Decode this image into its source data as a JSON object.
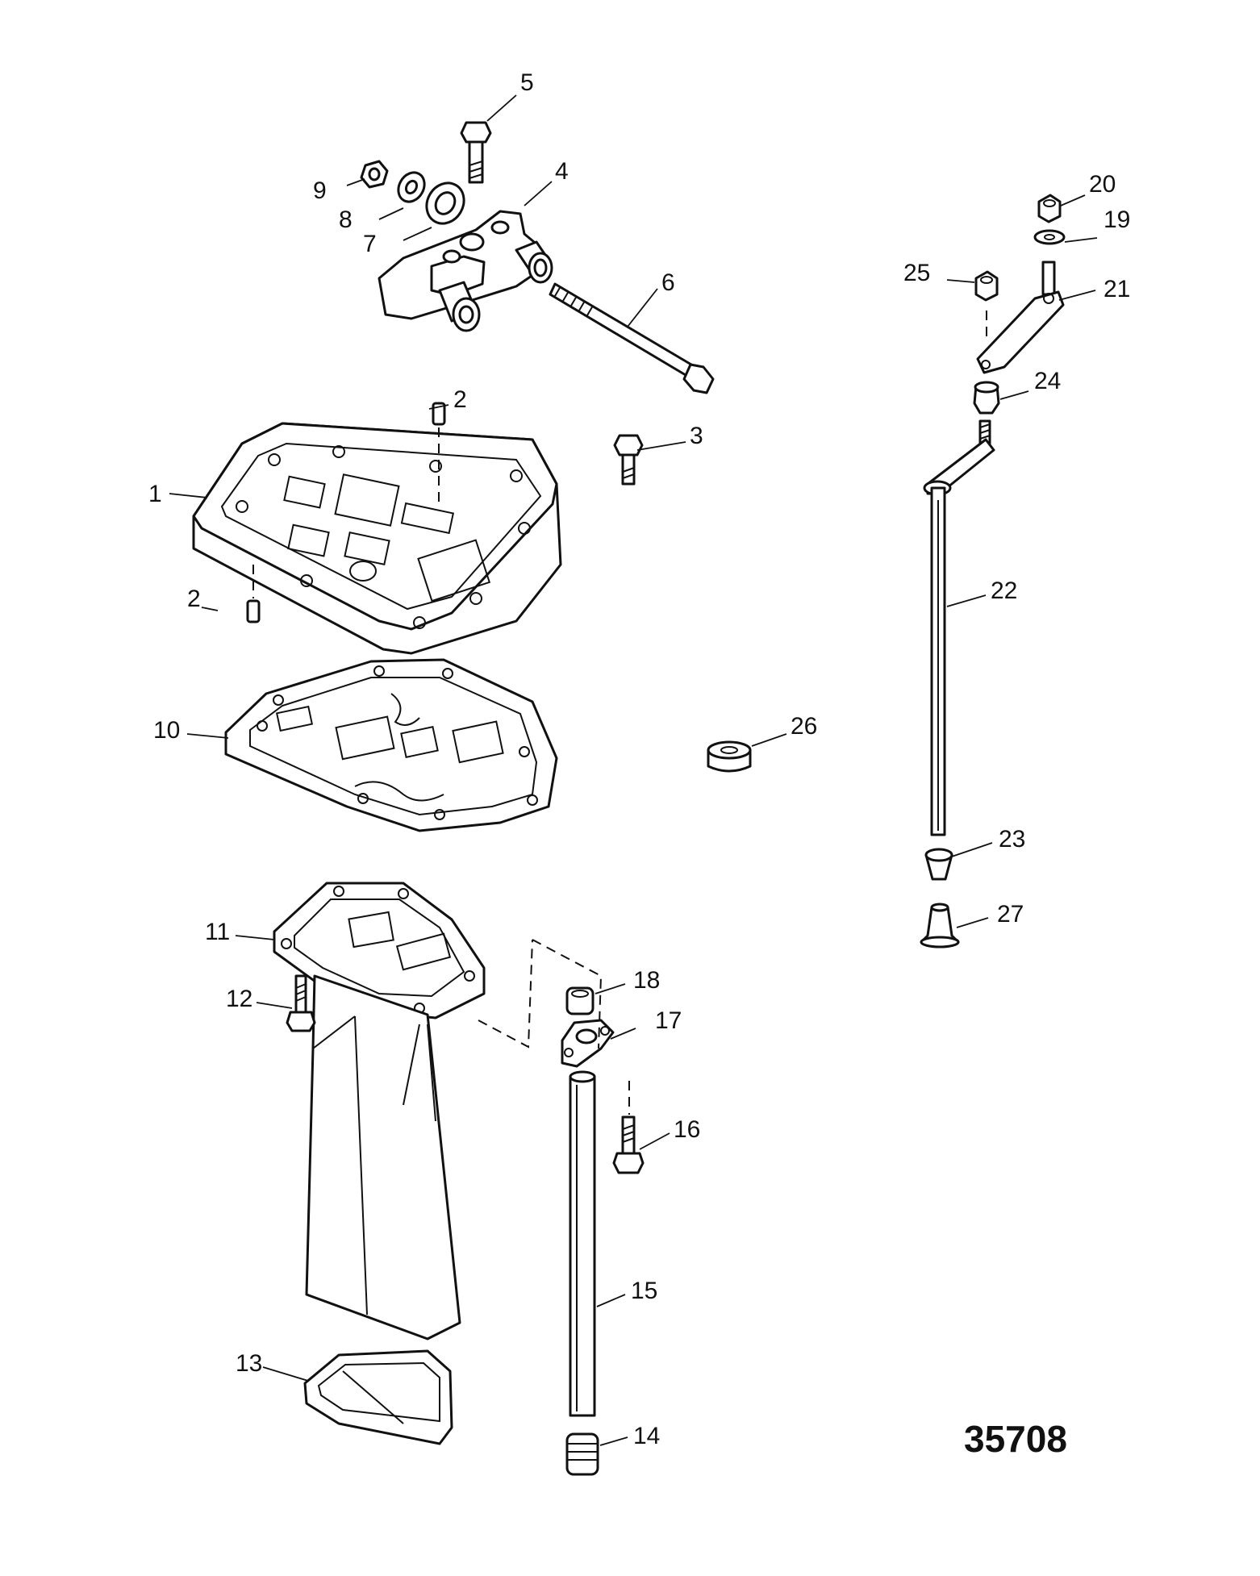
{
  "callouts": {
    "c1": "1",
    "c2a": "2",
    "c2b": "2",
    "c3": "3",
    "c4": "4",
    "c5": "5",
    "c6": "6",
    "c7": "7",
    "c8": "8",
    "c9": "9",
    "c10": "10",
    "c11": "11",
    "c12": "12",
    "c13": "13",
    "c14": "14",
    "c15": "15",
    "c16": "16",
    "c17": "17",
    "c18": "18",
    "c19": "19",
    "c20": "20",
    "c21": "21",
    "c22": "22",
    "c23": "23",
    "c24": "24",
    "c25": "25",
    "c26": "26",
    "c27": "27"
  },
  "drawing_number": "35708"
}
